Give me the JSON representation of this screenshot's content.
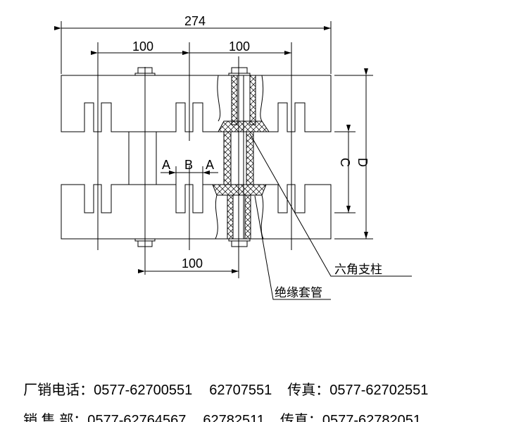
{
  "drawing": {
    "dim_total": "274",
    "dim_pitch_left": "100",
    "dim_pitch_right": "100",
    "dim_pitch_bottom": "100",
    "label_a1": "A",
    "label_b": "B",
    "label_a2": "A",
    "label_c": "C",
    "label_d": "D",
    "callout_hex_post": "六角支柱",
    "callout_insulating_sleeve": "绝缘套管"
  },
  "contacts": [
    {
      "label": "厂销电话：",
      "phone": "0577-62700551",
      "phone2": "62707551",
      "fax_label": "传真：",
      "fax": "0577-62702551"
    },
    {
      "label": "销 售 部：",
      "phone": "0577-62764567",
      "phone2": "62782511",
      "fax_label": "传真：",
      "fax": "0577-62782051"
    }
  ]
}
